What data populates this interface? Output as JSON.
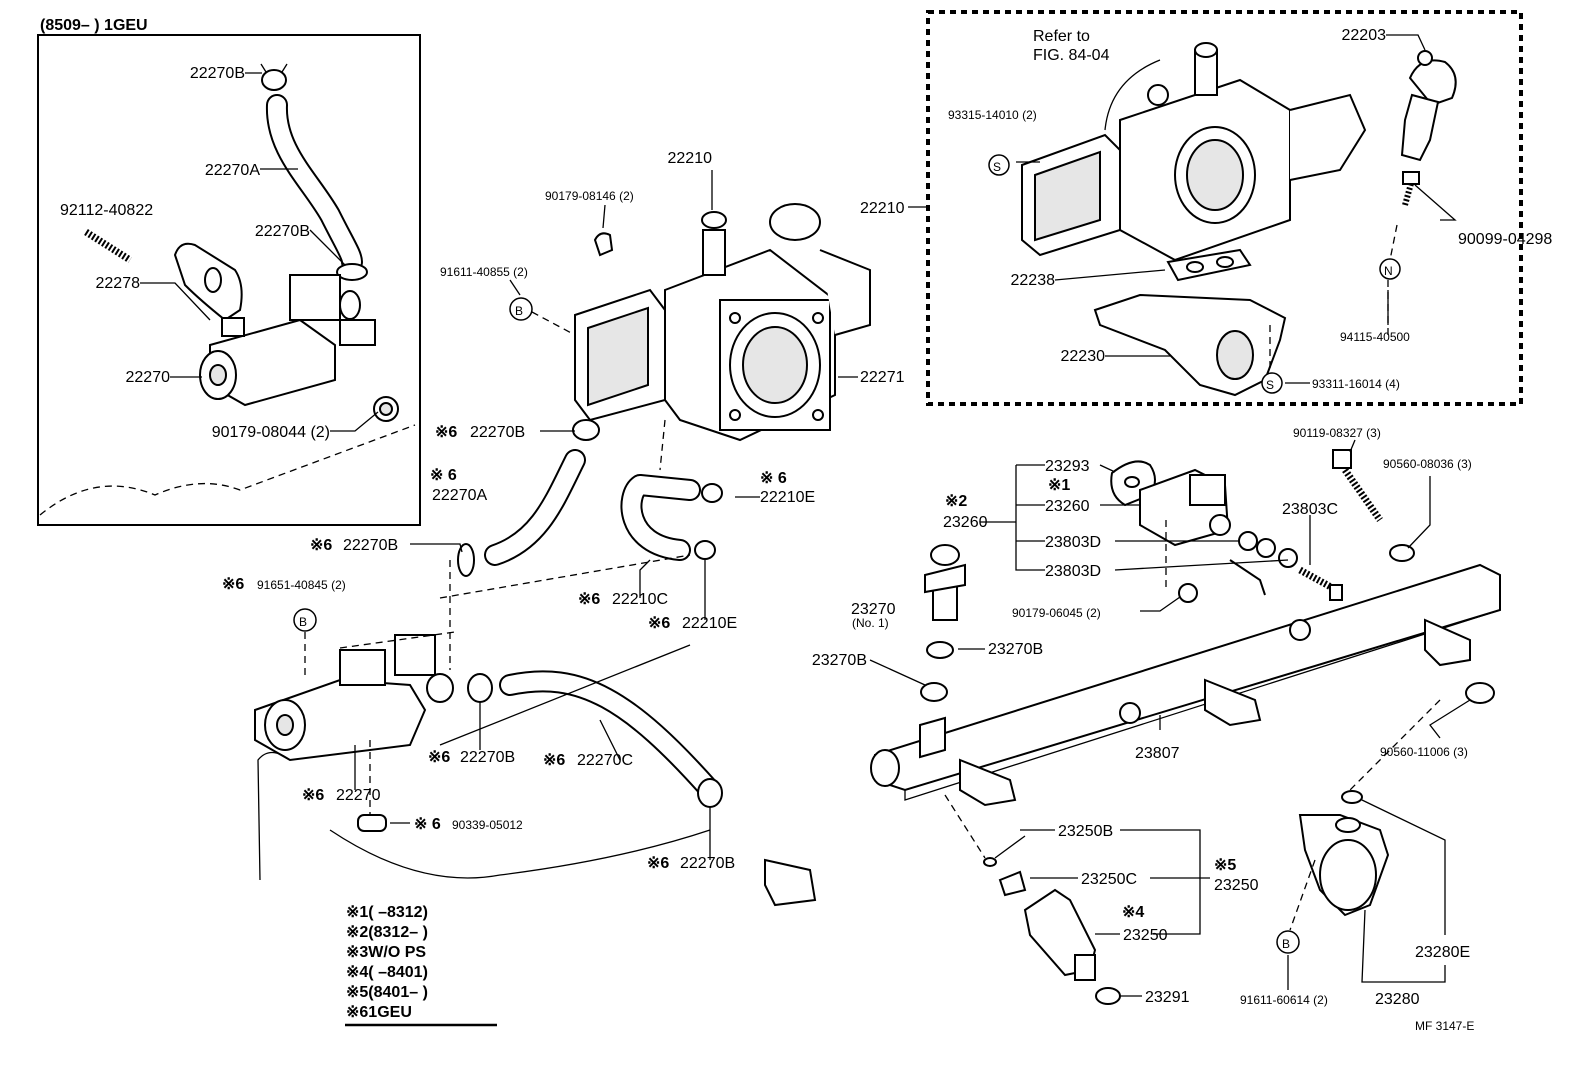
{
  "inset": {
    "header": "(8509–       ) 1GEU",
    "labels": {
      "p22270B_top": "22270B",
      "p22270A": "22270A",
      "p92112": "92112-40822",
      "p22270B_mid": "22270B",
      "p22278": "22278",
      "p22270": "22270",
      "p90179_08044": "90179-08044 (2)"
    }
  },
  "refer_box": {
    "refer_text_1": "Refer to",
    "refer_text_2": "FIG. 84-04",
    "labels": {
      "p22203": "22203",
      "p93315": "93315-14010 (2)",
      "p90099": "90099-04298",
      "p22238": "22238",
      "p94115": "94115-40500",
      "p22230": "22230",
      "p93311": "93311-16014 (4)"
    },
    "symbols": {
      "s": "S",
      "n": "N"
    }
  },
  "main": {
    "labels": {
      "p22210_top": "22210",
      "p90179_08146": "90179-08146 (2)",
      "p91611_40855": "91611-40855 (2)",
      "p22210_left": "22210",
      "p22271": "22271",
      "p22270B_a": "22270B",
      "p22270A": "22270A",
      "p22210E_a": "22210E",
      "p22270B_b": "22270B",
      "p91651": "91651-40845 (2)",
      "p22210C": "22210C",
      "p22210E_b": "22210E",
      "p22270B_c": "22270B",
      "p22270C": "22270C",
      "p22270_low": "22270",
      "p90339": "90339-05012",
      "p22270B_d": "22270B"
    },
    "mark6": "※6",
    "mark6b": "※ 6",
    "symbol_b": "B"
  },
  "fuel": {
    "labels": {
      "p23293": "23293",
      "p23260_a": "23260",
      "p23260_main": "23260",
      "p23803D_a": "23803D",
      "p23803D_b": "23803D",
      "p90119": "90119-08327 (3)",
      "p90560_08036": "90560-08036 (3)",
      "p23803C": "23803C",
      "p23270": "23270",
      "p23270_no": "(No. 1)",
      "p90179_06045": "90179-06045 (2)",
      "p23270B_r": "23270B",
      "p23270B_l": "23270B",
      "p23807": "23807",
      "p90560_11006": "90560-11006 (3)",
      "p23250B": "23250B",
      "p23250C": "23250C",
      "p23250_main": "23250",
      "p23250_c": "23250",
      "p23291": "23291",
      "p91611_60614": "91611-60614 (2)",
      "p23280E": "23280E",
      "p23280": "23280"
    },
    "mark1": "※1",
    "mark2": "※2",
    "mark4": "※4",
    "mark5": "※5"
  },
  "legend": {
    "rows": [
      "※1(       –8312)",
      "※2(8312–        )",
      "※3W/O PS",
      "※4(       –8401)",
      "※5(8401–        )",
      "※61GEU"
    ]
  },
  "footer_code": "MF  3147-E"
}
